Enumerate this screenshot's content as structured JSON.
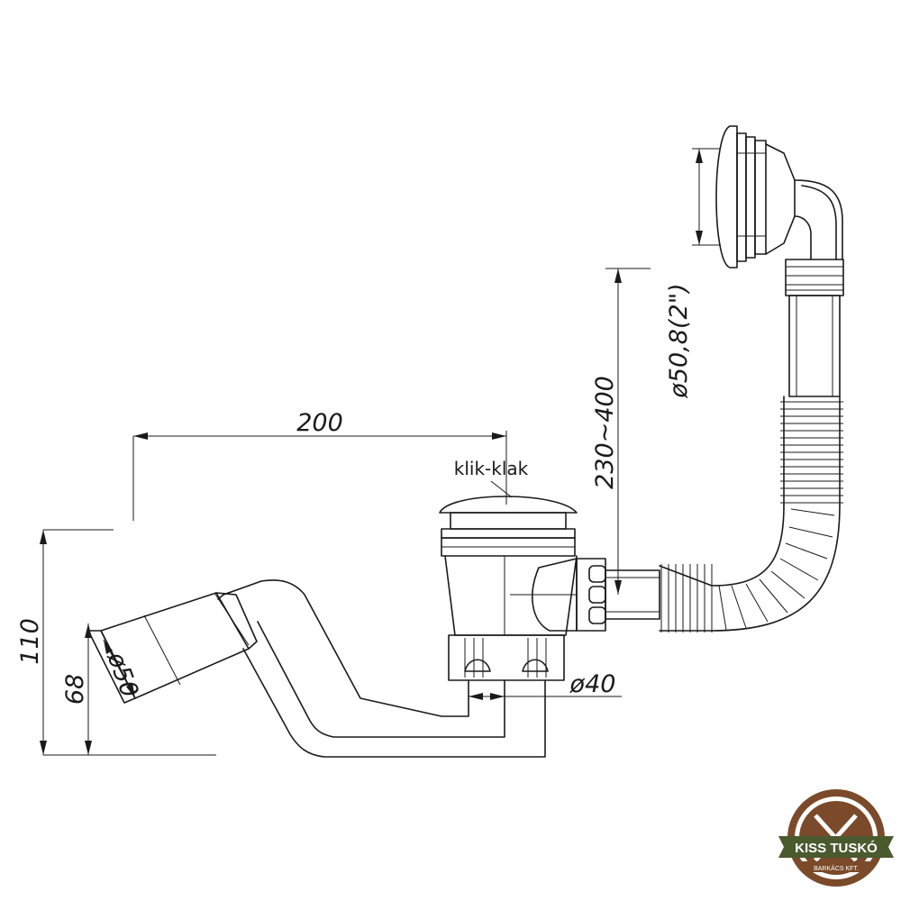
{
  "dimensions": {
    "width_total": "200",
    "height_total": "110",
    "height_outlet": "68",
    "outlet_diameter": "ø50",
    "drain_diameter": "ø40",
    "overflow_height": "230~400",
    "overflow_diameter": "ø50,8(2\")"
  },
  "labels": {
    "valve": "klik-klak"
  },
  "logo": {
    "brand": "KISS TUSKÓ",
    "subtitle": "BARKÁCS KFT.",
    "colors": {
      "ring": "#7a4a2a",
      "banner": "#4a5a2e",
      "text": "#ffffff"
    }
  }
}
